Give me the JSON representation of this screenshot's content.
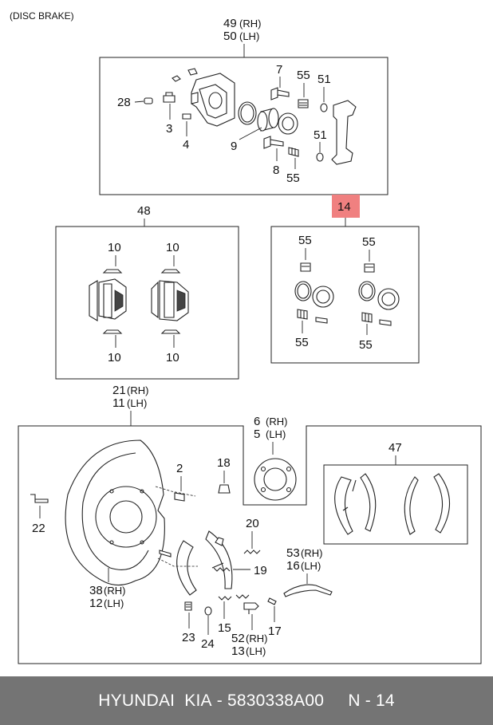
{
  "header": {
    "section_label": "(DISC BRAKE)"
  },
  "callouts": {
    "c49": "49",
    "c49_side": "(RH)",
    "c50": "50",
    "c50_side": "(LH)",
    "c7": "7",
    "c55a": "55",
    "c51a": "51",
    "c28": "28",
    "c3": "3",
    "c4": "4",
    "c9": "9",
    "c8": "8",
    "c51b": "51",
    "c55b": "55",
    "c14": "14",
    "c48": "48",
    "c10a": "10",
    "c10b": "10",
    "c10c": "10",
    "c10d": "10",
    "c55c": "55",
    "c55d": "55",
    "c55e": "55",
    "c55f": "55",
    "c21": "21",
    "c21_side": "(RH)",
    "c11": "11",
    "c11_side": "(LH)",
    "c6": "6",
    "c6_side": "(RH)",
    "c5": "5",
    "c5_side": "(LH)",
    "c47": "47",
    "c2": "2",
    "c18": "18",
    "c22": "22",
    "c20": "20",
    "c19": "19",
    "c53": "53",
    "c53_side": "(RH)",
    "c16": "16",
    "c16_side": "(LH)",
    "c38": "38",
    "c38_side": "(RH)",
    "c12": "12",
    "c12_side": "(LH)",
    "c23": "23",
    "c24": "24",
    "c15": "15",
    "c52": "52",
    "c52_side": "(RH)",
    "c13": "13",
    "c13_side": "(LH)",
    "c17": "17"
  },
  "highlight": {
    "color": "#f08080"
  },
  "footer": {
    "brand": "HYUNDAI  KIA",
    "separator": " - ",
    "part_number": "5830338A00",
    "ref": "N - 14",
    "bg_color": "#747474"
  }
}
